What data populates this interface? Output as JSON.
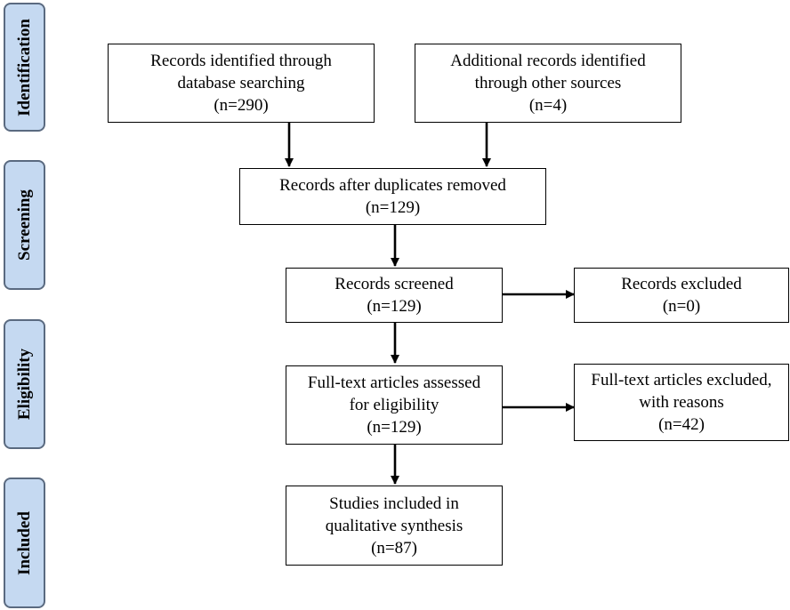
{
  "phases": {
    "identification": "Identification",
    "screening": "Screening",
    "eligibility": "Eligibility",
    "included": "Included"
  },
  "boxes": {
    "database_records": {
      "line1": "Records identified through",
      "line2": "database searching",
      "count": "(n=290)"
    },
    "other_records": {
      "line1": "Additional records identified",
      "line2": "through other sources",
      "count": "(n=4)"
    },
    "duplicates_removed": {
      "line1": "Records after duplicates removed",
      "count": "(n=129)"
    },
    "screened": {
      "line1": "Records screened",
      "count": "(n=129)"
    },
    "excluded": {
      "line1": "Records excluded",
      "count": "(n=0)"
    },
    "fulltext_assessed": {
      "line1": "Full-text articles assessed",
      "line2": "for eligibility",
      "count": "(n=129)"
    },
    "fulltext_excluded": {
      "line1": "Full-text articles excluded,",
      "line2": "with reasons",
      "count": "(n=42)"
    },
    "included_studies": {
      "line1": "Studies included in",
      "line2": "qualitative synthesis",
      "count": "(n=87)"
    }
  }
}
